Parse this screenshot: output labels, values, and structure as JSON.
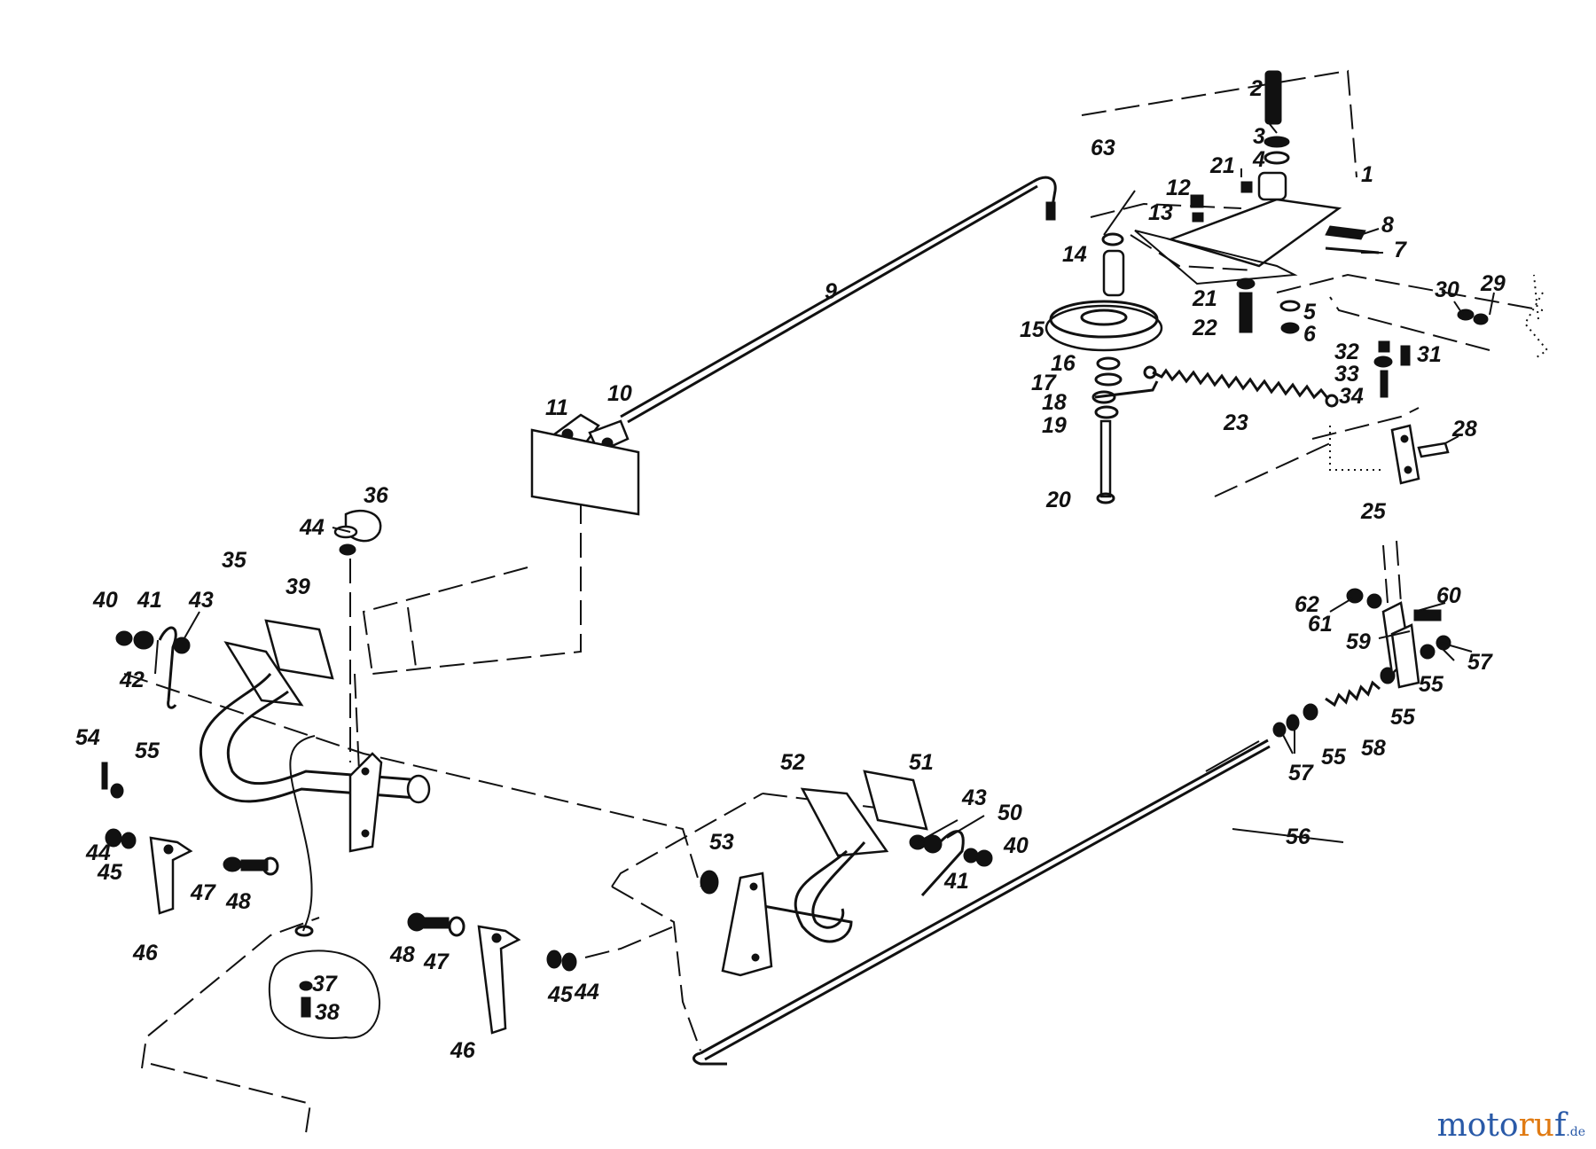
{
  "watermark": {
    "part1": "moto",
    "part2": "ru",
    "part3": "f",
    "part4": ".de"
  },
  "labels": [
    {
      "id": "l1",
      "text": "1"
    },
    {
      "id": "l2",
      "text": "2"
    },
    {
      "id": "l3",
      "text": "3"
    },
    {
      "id": "l4",
      "text": "4"
    },
    {
      "id": "l5",
      "text": "5"
    },
    {
      "id": "l6",
      "text": "6"
    },
    {
      "id": "l7",
      "text": "7"
    },
    {
      "id": "l8",
      "text": "8"
    },
    {
      "id": "l9",
      "text": "9"
    },
    {
      "id": "l10",
      "text": "10"
    },
    {
      "id": "l11",
      "text": "11"
    },
    {
      "id": "l12",
      "text": "12"
    },
    {
      "id": "l13",
      "text": "13"
    },
    {
      "id": "l14",
      "text": "14"
    },
    {
      "id": "l15",
      "text": "15"
    },
    {
      "id": "l16",
      "text": "16"
    },
    {
      "id": "l17",
      "text": "17"
    },
    {
      "id": "l18",
      "text": "18"
    },
    {
      "id": "l19",
      "text": "19"
    },
    {
      "id": "l20",
      "text": "20"
    },
    {
      "id": "l21a",
      "text": "21"
    },
    {
      "id": "l21b",
      "text": "21"
    },
    {
      "id": "l22",
      "text": "22"
    },
    {
      "id": "l23",
      "text": "23"
    },
    {
      "id": "l25",
      "text": "25"
    },
    {
      "id": "l28",
      "text": "28"
    },
    {
      "id": "l29",
      "text": "29"
    },
    {
      "id": "l30",
      "text": "30"
    },
    {
      "id": "l31",
      "text": "31"
    },
    {
      "id": "l32",
      "text": "32"
    },
    {
      "id": "l33",
      "text": "33"
    },
    {
      "id": "l34",
      "text": "34"
    },
    {
      "id": "l35",
      "text": "35"
    },
    {
      "id": "l36",
      "text": "36"
    },
    {
      "id": "l37",
      "text": "37"
    },
    {
      "id": "l38",
      "text": "38"
    },
    {
      "id": "l39",
      "text": "39"
    },
    {
      "id": "l40a",
      "text": "40"
    },
    {
      "id": "l40b",
      "text": "40"
    },
    {
      "id": "l41a",
      "text": "41"
    },
    {
      "id": "l41b",
      "text": "41"
    },
    {
      "id": "l42",
      "text": "42"
    },
    {
      "id": "l43a",
      "text": "43"
    },
    {
      "id": "l43b",
      "text": "43"
    },
    {
      "id": "l44a",
      "text": "44"
    },
    {
      "id": "l44b",
      "text": "44"
    },
    {
      "id": "l44c",
      "text": "44"
    },
    {
      "id": "l45a",
      "text": "45"
    },
    {
      "id": "l45b",
      "text": "45"
    },
    {
      "id": "l46a",
      "text": "46"
    },
    {
      "id": "l46b",
      "text": "46"
    },
    {
      "id": "l47a",
      "text": "47"
    },
    {
      "id": "l47b",
      "text": "47"
    },
    {
      "id": "l48a",
      "text": "48"
    },
    {
      "id": "l48b",
      "text": "48"
    },
    {
      "id": "l50",
      "text": "50"
    },
    {
      "id": "l51",
      "text": "51"
    },
    {
      "id": "l52",
      "text": "52"
    },
    {
      "id": "l53",
      "text": "53"
    },
    {
      "id": "l54",
      "text": "54"
    },
    {
      "id": "l55a",
      "text": "55"
    },
    {
      "id": "l55b",
      "text": "55"
    },
    {
      "id": "l55c",
      "text": "55"
    },
    {
      "id": "l55d",
      "text": "55"
    },
    {
      "id": "l56",
      "text": "56"
    },
    {
      "id": "l57a",
      "text": "57"
    },
    {
      "id": "l57b",
      "text": "57"
    },
    {
      "id": "l58",
      "text": "58"
    },
    {
      "id": "l59",
      "text": "59"
    },
    {
      "id": "l60",
      "text": "60"
    },
    {
      "id": "l61",
      "text": "61"
    },
    {
      "id": "l62",
      "text": "62"
    },
    {
      "id": "l63",
      "text": "63"
    }
  ]
}
